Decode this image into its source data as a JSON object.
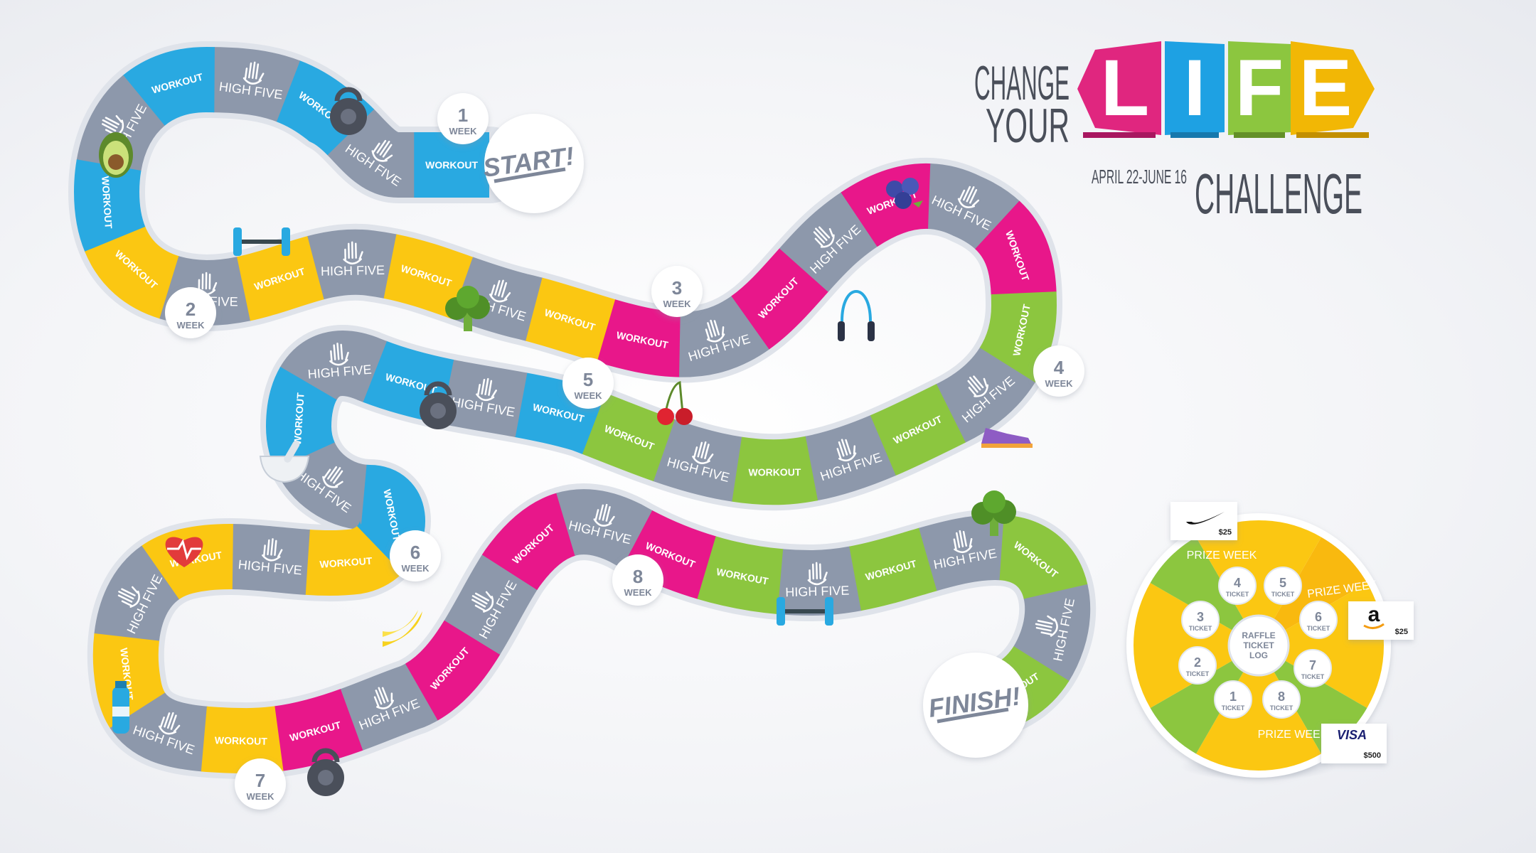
{
  "title": {
    "change": "CHANGE",
    "your": "YOUR",
    "life_letters": [
      "L",
      "I",
      "F",
      "E"
    ],
    "life_colors": [
      "#e0267f",
      "#1ea1e3",
      "#8cc63f",
      "#f2b705"
    ],
    "dates": "APRIL 22-JUNE 16",
    "challenge": "CHALLENGE"
  },
  "colors": {
    "blue": "#29a9e1",
    "gray": "#8d98ab",
    "yellow": "#fbc712",
    "pink": "#e8178a",
    "green": "#8cc63f",
    "track_edge": "#dfe3ea"
  },
  "labels": {
    "start": "START!",
    "finish": "FINISH!",
    "workout": "WORKOUT",
    "high_five": "HIGH FIVE",
    "week": "WEEK"
  },
  "weeks": [
    "1",
    "2",
    "3",
    "4",
    "5",
    "6",
    "7",
    "8"
  ],
  "spaces": [
    {
      "label": "WORKOUT",
      "color": "blue"
    },
    {
      "label": "HIGH FIVE",
      "color": "gray"
    },
    {
      "label": "WORKOUT",
      "color": "blue"
    },
    {
      "label": "HIGH FIVE",
      "color": "gray"
    },
    {
      "label": "WORKOUT",
      "color": "blue"
    },
    {
      "label": "HIGH FIVE",
      "color": "gray"
    },
    {
      "label": "WORKOUT",
      "color": "blue"
    },
    {
      "label": "WORKOUT",
      "color": "yellow"
    },
    {
      "label": "HIGH FIVE",
      "color": "gray"
    },
    {
      "label": "WORKOUT",
      "color": "yellow"
    },
    {
      "label": "HIGH FIVE",
      "color": "gray"
    },
    {
      "label": "WORKOUT",
      "color": "yellow"
    },
    {
      "label": "HIGH FIVE",
      "color": "gray"
    },
    {
      "label": "WORKOUT",
      "color": "yellow"
    },
    {
      "label": "WORKOUT",
      "color": "pink"
    },
    {
      "label": "HIGH FIVE",
      "color": "gray"
    },
    {
      "label": "WORKOUT",
      "color": "pink"
    },
    {
      "label": "HIGH FIVE",
      "color": "gray"
    },
    {
      "label": "WORKOUT",
      "color": "pink"
    },
    {
      "label": "HIGH FIVE",
      "color": "gray"
    },
    {
      "label": "WORKOUT",
      "color": "pink"
    },
    {
      "label": "WORKOUT",
      "color": "green"
    },
    {
      "label": "HIGH FIVE",
      "color": "gray"
    },
    {
      "label": "WORKOUT",
      "color": "green"
    },
    {
      "label": "HIGH FIVE",
      "color": "gray"
    },
    {
      "label": "WORKOUT",
      "color": "green"
    },
    {
      "label": "HIGH FIVE",
      "color": "gray"
    },
    {
      "label": "WORKOUT",
      "color": "green"
    },
    {
      "label": "WORKOUT",
      "color": "blue"
    },
    {
      "label": "HIGH FIVE",
      "color": "gray"
    },
    {
      "label": "WORKOUT",
      "color": "blue"
    },
    {
      "label": "HIGH FIVE",
      "color": "gray"
    },
    {
      "label": "WORKOUT",
      "color": "blue"
    },
    {
      "label": "HIGH FIVE",
      "color": "gray"
    },
    {
      "label": "WORKOUT",
      "color": "blue"
    },
    {
      "label": "WORKOUT",
      "color": "yellow"
    },
    {
      "label": "HIGH FIVE",
      "color": "gray"
    },
    {
      "label": "WORKOUT",
      "color": "yellow"
    },
    {
      "label": "HIGH FIVE",
      "color": "gray"
    },
    {
      "label": "WORKOUT",
      "color": "yellow"
    },
    {
      "label": "HIGH FIVE",
      "color": "gray"
    },
    {
      "label": "WORKOUT",
      "color": "yellow"
    },
    {
      "label": "WORKOUT",
      "color": "pink"
    },
    {
      "label": "HIGH FIVE",
      "color": "gray"
    },
    {
      "label": "WORKOUT",
      "color": "pink"
    },
    {
      "label": "HIGH FIVE",
      "color": "gray"
    },
    {
      "label": "WORKOUT",
      "color": "pink"
    },
    {
      "label": "HIGH FIVE",
      "color": "gray"
    },
    {
      "label": "WORKOUT",
      "color": "pink"
    },
    {
      "label": "WORKOUT",
      "color": "green"
    },
    {
      "label": "HIGH FIVE",
      "color": "gray"
    },
    {
      "label": "WORKOUT",
      "color": "green"
    },
    {
      "label": "HIGH FIVE",
      "color": "gray"
    },
    {
      "label": "WORKOUT",
      "color": "green"
    },
    {
      "label": "HIGH FIVE",
      "color": "gray"
    },
    {
      "label": "WORKOUT",
      "color": "green"
    }
  ],
  "icons": [
    "kettlebell-icon",
    "avocado-icon",
    "dumbbell-icon",
    "broccoli-icon",
    "blueberries-icon",
    "jump-rope-icon",
    "sneaker-icon",
    "cherries-icon",
    "mortar-pestle-icon",
    "heart-rate-icon",
    "banana-icon",
    "water-bottle-icon"
  ],
  "raffle": {
    "center": [
      "RAFFLE",
      "TICKET",
      "LOG"
    ],
    "ticket_word": "TICKET",
    "tickets": [
      "1",
      "2",
      "3",
      "4",
      "5",
      "6",
      "7",
      "8"
    ],
    "prize_week": "PRIZE WEEK",
    "prizes": [
      {
        "brand": "nike",
        "amount": "$25"
      },
      {
        "brand": "a",
        "amount": "$25"
      },
      {
        "brand": "VISA",
        "amount": "$500"
      }
    ]
  }
}
